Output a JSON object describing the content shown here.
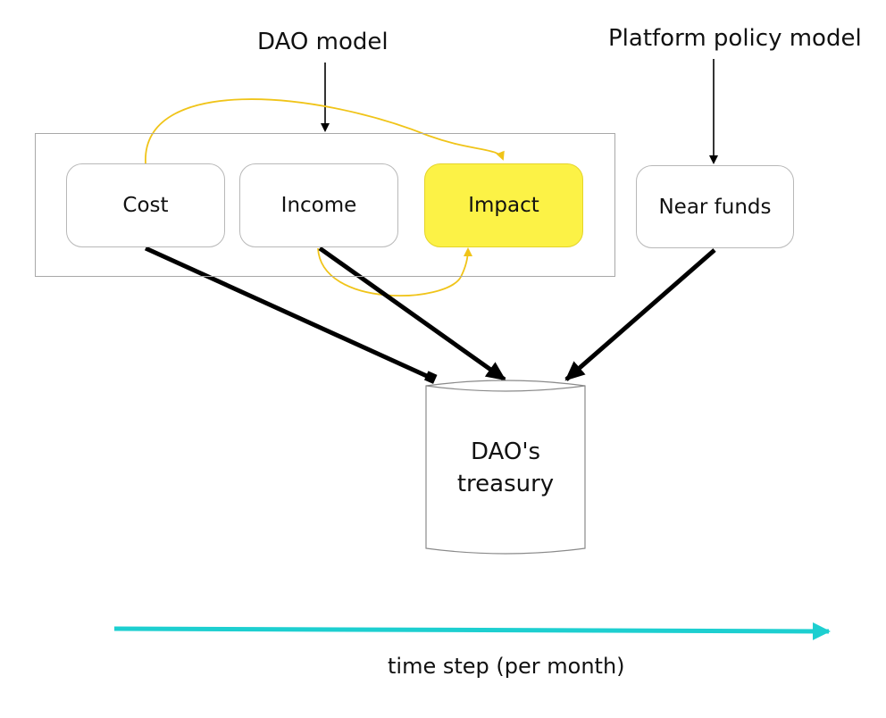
{
  "labels": {
    "dao_model": "DAO model",
    "platform_policy_model": "Platform policy model",
    "time_axis": "time step (per month)"
  },
  "nodes": {
    "cost": "Cost",
    "income": "Income",
    "impact": "Impact",
    "near_funds": "Near funds",
    "treasury_line1": "DAO's",
    "treasury_line2": "treasury"
  },
  "colors": {
    "highlight": "#fcf246",
    "influence_arrow": "#f0c419",
    "flow_arrow": "#000000",
    "time_arrow": "#1dcfd0",
    "box_border": "#b8b8b8"
  }
}
